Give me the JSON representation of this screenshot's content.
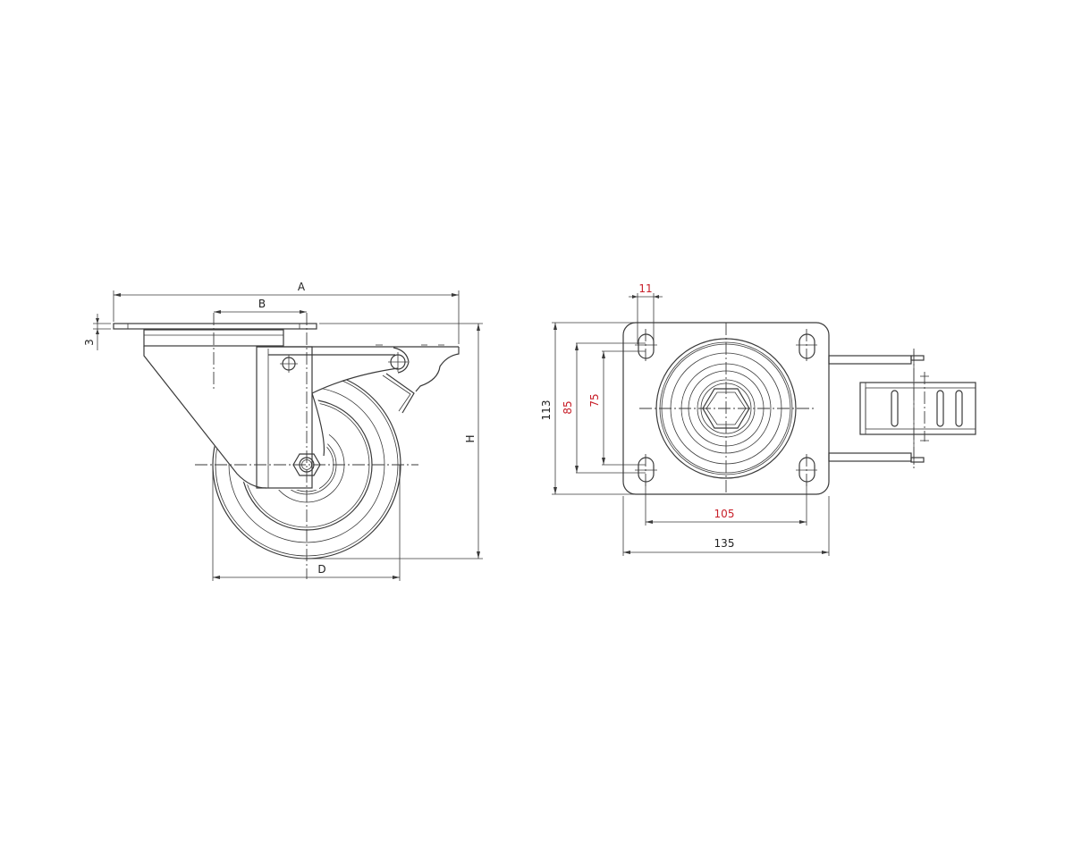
{
  "drawing": {
    "title": "Swivel castor with brake - technical drawing",
    "colors": {
      "line": "#3a3a3a",
      "label": "#222222",
      "highlight_label": "#c8202a",
      "background": "#ffffff"
    },
    "side_view": {
      "dimensions": {
        "A": "A",
        "B": "B",
        "H": "H",
        "D": "D",
        "plate_thickness": "3"
      }
    },
    "top_view": {
      "dimensions": {
        "slot_width": "11",
        "plate_length": "113",
        "hole_spacing_outer": "85",
        "hole_spacing_inner": "75",
        "hole_spacing_width": "105",
        "plate_width": "135"
      }
    }
  }
}
